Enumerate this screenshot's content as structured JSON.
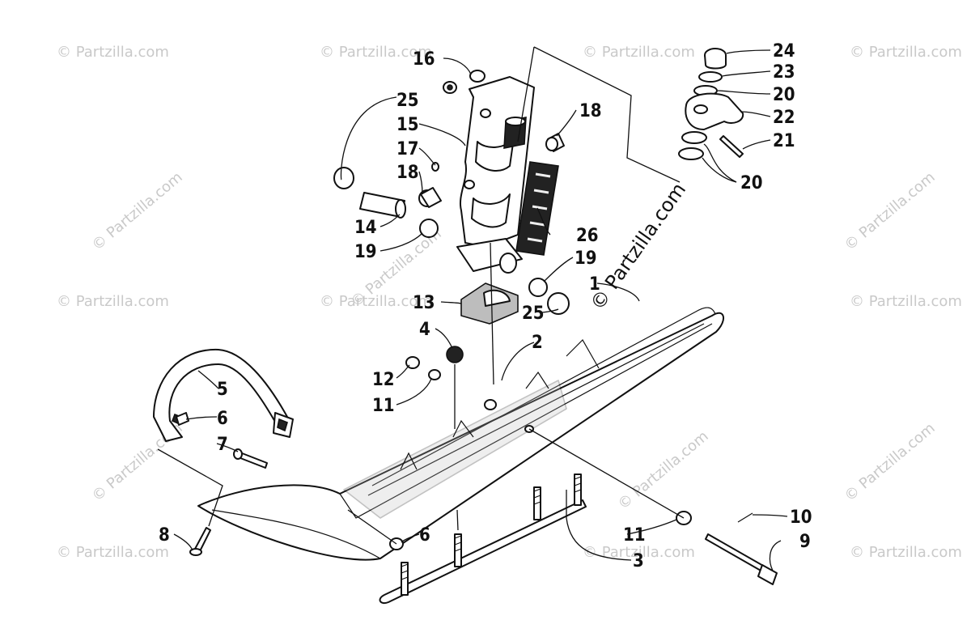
{
  "diagram": {
    "watermark_center": "© Partzilla.com",
    "watermark_repeat": "© Partzilla.com",
    "callouts": [
      {
        "id": "c1",
        "text": "1"
      },
      {
        "id": "c2",
        "text": "2"
      },
      {
        "id": "c3",
        "text": "3"
      },
      {
        "id": "c4",
        "text": "4"
      },
      {
        "id": "c5",
        "text": "5"
      },
      {
        "id": "c6a",
        "text": "6"
      },
      {
        "id": "c6b",
        "text": "6"
      },
      {
        "id": "c7",
        "text": "7"
      },
      {
        "id": "c8",
        "text": "8"
      },
      {
        "id": "c9",
        "text": "9"
      },
      {
        "id": "c10",
        "text": "10"
      },
      {
        "id": "c11a",
        "text": "11"
      },
      {
        "id": "c11b",
        "text": "11"
      },
      {
        "id": "c12",
        "text": "12"
      },
      {
        "id": "c13",
        "text": "13"
      },
      {
        "id": "c14",
        "text": "14"
      },
      {
        "id": "c15",
        "text": "15"
      },
      {
        "id": "c16",
        "text": "16"
      },
      {
        "id": "c17",
        "text": "17"
      },
      {
        "id": "c18a",
        "text": "18"
      },
      {
        "id": "c18b",
        "text": "18"
      },
      {
        "id": "c19a",
        "text": "19"
      },
      {
        "id": "c19b",
        "text": "19"
      },
      {
        "id": "c20a",
        "text": "20"
      },
      {
        "id": "c20b",
        "text": "20"
      },
      {
        "id": "c21",
        "text": "21"
      },
      {
        "id": "c22",
        "text": "22"
      },
      {
        "id": "c23",
        "text": "23"
      },
      {
        "id": "c24",
        "text": "24"
      },
      {
        "id": "c25a",
        "text": "25"
      },
      {
        "id": "c25b",
        "text": "25"
      },
      {
        "id": "c26",
        "text": "26"
      }
    ]
  }
}
